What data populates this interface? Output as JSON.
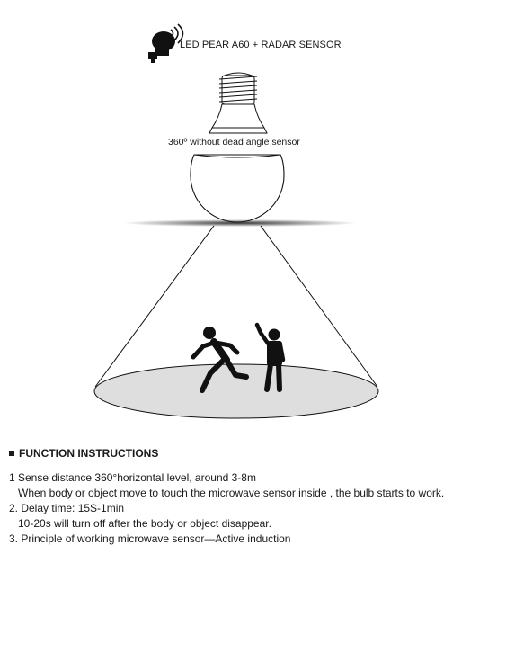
{
  "header": {
    "title": "LED PEAR A60 + RADAR SENSOR",
    "icon": "radar-sensor-icon"
  },
  "bulb": {
    "sensor_label": "360º without dead angle sensor"
  },
  "instructions": {
    "heading": "FUNCTION INSTRUCTIONS",
    "lines": [
      "1 Sense distance  360°horizontal level, around 3-8m",
      "When body or object move to touch the microwave sensor inside , the bulb starts to work.",
      "2. Delay time: 15S-1min",
      "10-20s will turn off after the body or object disappear.",
      "3. Principle of working microwave sensor—Active induction"
    ]
  }
}
